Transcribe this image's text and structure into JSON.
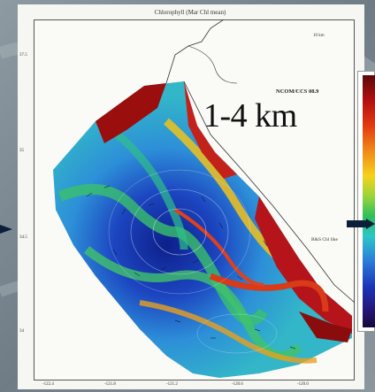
{
  "figure": {
    "map_title": "Chlorophyll (Mar Chl mean)",
    "resolution_label": "1-4 km",
    "run_label": "NCOM/CCS 08.9",
    "field_label": "R&S Chl like",
    "scale_label": "10 km"
  },
  "axes": {
    "lat_ticks": [
      "37.5",
      "35",
      "34.5",
      "34"
    ],
    "lon_ticks": [
      "-122.4",
      "-121.8",
      "-121.2",
      "-120.6",
      "-120.0"
    ]
  },
  "colors": {
    "land": "#f8f8f4",
    "ocean_low": "#1c3fb5",
    "ocean_mid": "#35b9c4",
    "ocean_high": "#c0121a",
    "arrow": "#0b1f3a"
  },
  "icons": {
    "left_arrow": "arrow-right-icon",
    "right_arrow": "arrow-right-icon"
  }
}
